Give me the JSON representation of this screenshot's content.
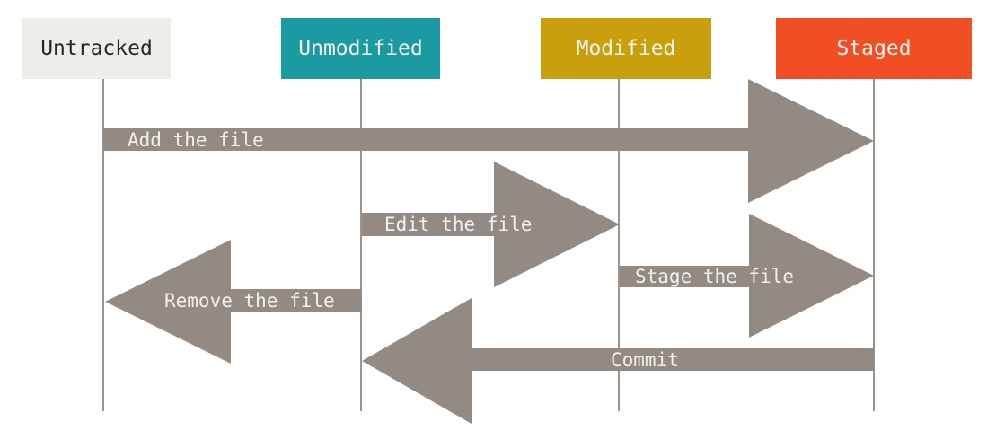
{
  "diagram": {
    "states": [
      {
        "label": "Untracked",
        "bg": "#eeeee8",
        "fg": "#262626"
      },
      {
        "label": "Unmodified",
        "bg": "#1b9aa1",
        "fg": "#f2f1ef"
      },
      {
        "label": "Modified",
        "bg": "#c9a00c",
        "fg": "#f2f1ef"
      },
      {
        "label": "Staged",
        "bg": "#f04e23",
        "fg": "#f2f1ef"
      }
    ],
    "transitions": [
      {
        "label": "Add the file",
        "from": "Untracked",
        "to": "Staged",
        "direction": "right"
      },
      {
        "label": "Edit the file",
        "from": "Unmodified",
        "to": "Modified",
        "direction": "right"
      },
      {
        "label": "Remove the file",
        "from": "Unmodified",
        "to": "Untracked",
        "direction": "left"
      },
      {
        "label": "Stage the file",
        "from": "Modified",
        "to": "Staged",
        "direction": "right"
      },
      {
        "label": "Commit",
        "from": "Staged",
        "to": "Unmodified",
        "direction": "left"
      }
    ],
    "colors": {
      "arrow": "#938b83",
      "line": "#9b948d",
      "background": "#ffffff",
      "arrow_label_text": "#f2f1ef"
    }
  }
}
